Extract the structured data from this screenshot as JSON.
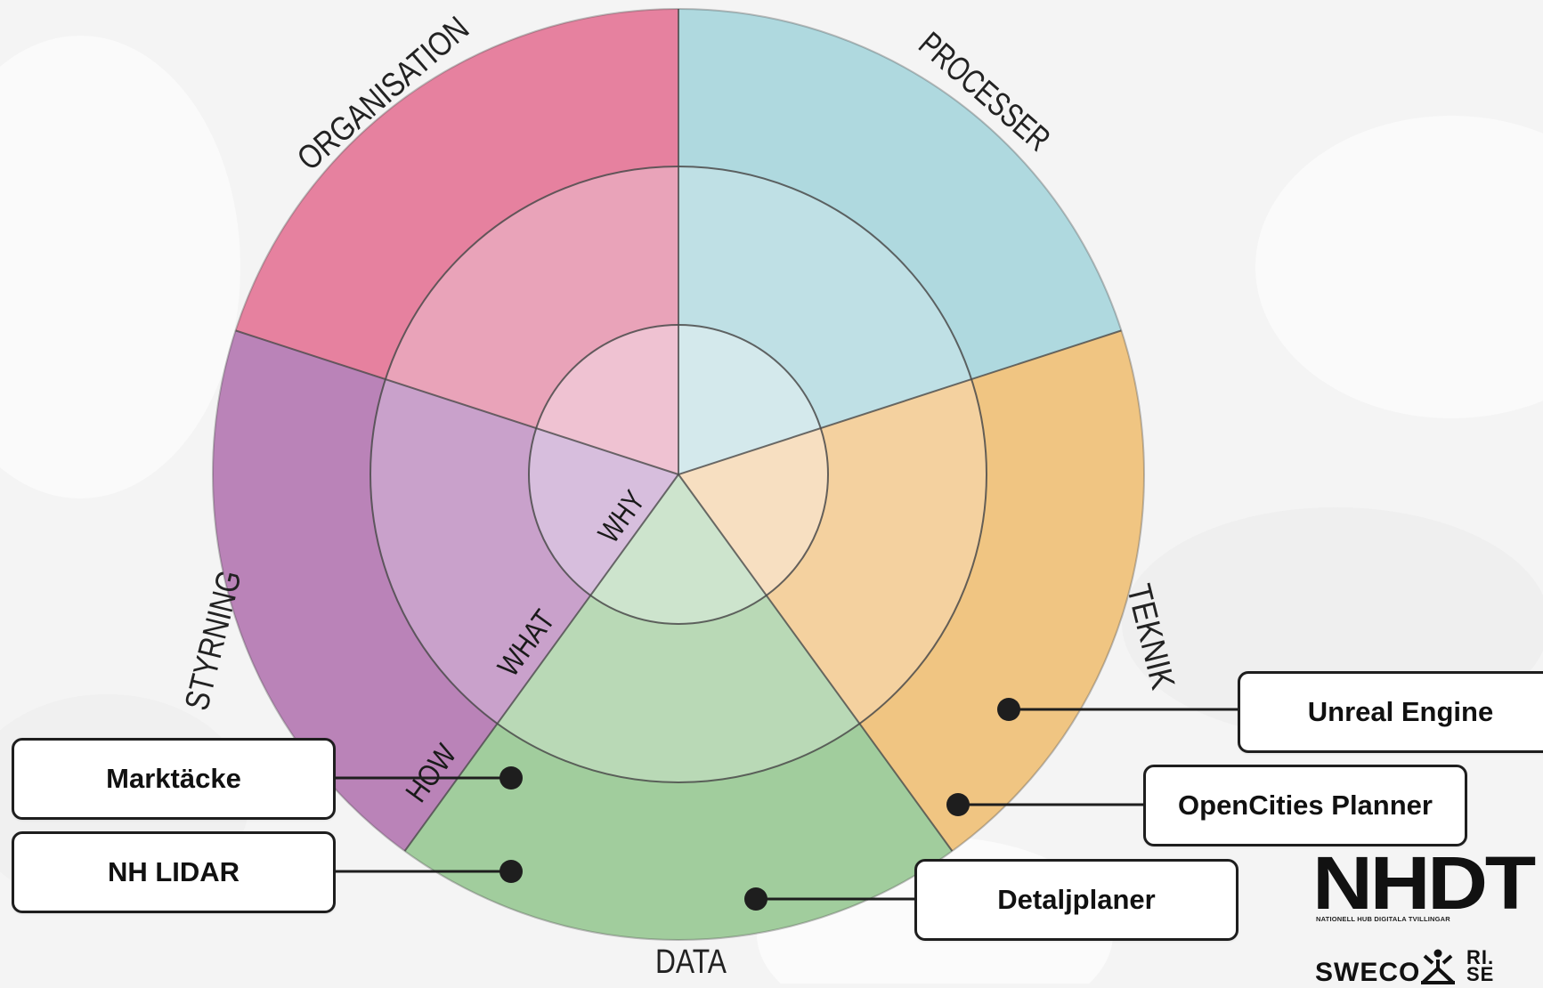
{
  "wheel": {
    "sectors": [
      {
        "key": "processer",
        "label": "PROCESSER",
        "colors": [
          "#d4e9ec",
          "#bfe0e5",
          "#afd9df"
        ]
      },
      {
        "key": "teknik",
        "label": "TEKNIK",
        "colors": [
          "#f7dfc1",
          "#f4d19f",
          "#f0c582"
        ]
      },
      {
        "key": "data",
        "label": "DATA",
        "colors": [
          "#cde4cd",
          "#b9d9b6",
          "#a1cd9d"
        ]
      },
      {
        "key": "styrning",
        "label": "STYRNING",
        "colors": [
          "#d7bedd",
          "#c9a1cb",
          "#ba83b8"
        ]
      },
      {
        "key": "organisation",
        "label": "ORGANISATION",
        "colors": [
          "#efc2d2",
          "#e9a3b9",
          "#e6819f"
        ]
      }
    ],
    "ring_labels": {
      "why": "WHY",
      "what": "WHAT",
      "how": "HOW"
    },
    "line_color": "#4a4a4a"
  },
  "callouts": [
    {
      "key": "unreal",
      "label": "Unreal Engine"
    },
    {
      "key": "opencities",
      "label": "OpenCities Planner"
    },
    {
      "key": "detaljplaner",
      "label": "Detaljplaner"
    },
    {
      "key": "marktacke",
      "label": "Marktäcke"
    },
    {
      "key": "nhlidar",
      "label": "NH LIDAR"
    }
  ],
  "logos": {
    "nhdt": "NHDT",
    "nhdt_subtitle": "NATIONELL HUB DIGITALA TVILLINGAR",
    "sweco": "SWECO",
    "rise_line1": "RI.",
    "rise_line2": "SE"
  }
}
